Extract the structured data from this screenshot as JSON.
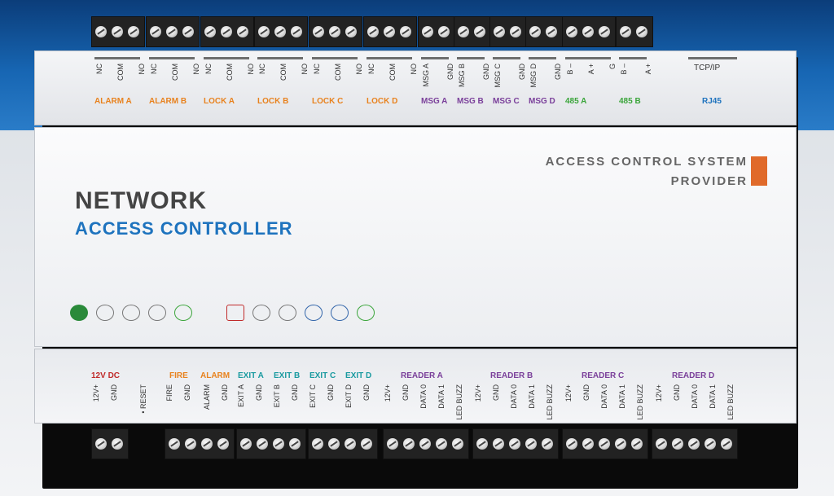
{
  "colors": {
    "orange": "#e8821e",
    "purple": "#7a3f9a",
    "green": "#3aa53a",
    "blue": "#1e73be",
    "teal": "#1a9aa0",
    "red": "#c02a2a",
    "accent": "#e06a2a"
  },
  "top_pins": [
    [
      "NC",
      "COM",
      "NO"
    ],
    [
      "NC",
      "COM",
      "NO"
    ],
    [
      "NC",
      "COM",
      "NO"
    ],
    [
      "NC",
      "COM",
      "NO"
    ],
    [
      "NC",
      "COM",
      "NO"
    ],
    [
      "NC",
      "COM",
      "NO"
    ],
    [
      "MSG A",
      "GND"
    ],
    [
      "MSG B",
      "GND"
    ],
    [
      "MSG C",
      "GND"
    ],
    [
      "MSG D",
      "GND"
    ],
    [
      "B –",
      "A +",
      "G"
    ],
    [
      "B –",
      "A +"
    ]
  ],
  "top_groups": [
    {
      "label": "ALARM A",
      "color": "orange"
    },
    {
      "label": "ALARM B",
      "color": "orange"
    },
    {
      "label": "LOCK A",
      "color": "orange"
    },
    {
      "label": "LOCK B",
      "color": "orange"
    },
    {
      "label": "LOCK C",
      "color": "orange"
    },
    {
      "label": "LOCK D",
      "color": "orange"
    },
    {
      "label": "MSG A",
      "color": "purple"
    },
    {
      "label": "MSG B",
      "color": "purple"
    },
    {
      "label": "MSG C",
      "color": "purple"
    },
    {
      "label": "MSG D",
      "color": "purple"
    },
    {
      "label": "485 A",
      "color": "green"
    },
    {
      "label": "485 B",
      "color": "green"
    }
  ],
  "tcpip": {
    "label": "TCP/IP",
    "sub": "RJ45"
  },
  "device": {
    "title_line1": "NETWORK",
    "title_line2": "ACCESS CONTROLLER",
    "provider_line1": "ACCESS CONTROL SYSTEM",
    "provider_line2": "PROVIDER"
  },
  "cert_icons": [
    "rohs-icon",
    "quality-mark-icon",
    "ul-icon",
    "cqc-icon",
    "recycle-icon",
    "fc-icon",
    "ma-icon",
    "ce-icon",
    "ccc-icon",
    "iso-icon",
    "cert-icon",
    "eco-icon"
  ],
  "bottom_groups": [
    {
      "label": "12V DC",
      "color": "red"
    },
    {
      "label": "FIRE",
      "color": "orange"
    },
    {
      "label": "ALARM",
      "color": "orange"
    },
    {
      "label": "EXIT A",
      "color": "teal"
    },
    {
      "label": "EXIT B",
      "color": "teal"
    },
    {
      "label": "EXIT C",
      "color": "teal"
    },
    {
      "label": "EXIT D",
      "color": "teal"
    },
    {
      "label": "READER A",
      "color": "purple"
    },
    {
      "label": "READER B",
      "color": "purple"
    },
    {
      "label": "READER C",
      "color": "purple"
    },
    {
      "label": "READER D",
      "color": "purple"
    }
  ],
  "bottom_pins": [
    [
      "12V+",
      "GND"
    ],
    [
      "• RESET"
    ],
    [
      "FIRE",
      "GND"
    ],
    [
      "ALARM",
      "GND"
    ],
    [
      "EXIT A",
      "GND"
    ],
    [
      "EXIT B",
      "GND"
    ],
    [
      "EXIT C",
      "GND"
    ],
    [
      "EXIT D",
      "GND"
    ],
    [
      "12V+",
      "GND",
      "DATA 0",
      "DATA 1",
      "LED BUZZ"
    ],
    [
      "12V+",
      "GND",
      "DATA 0",
      "DATA 1",
      "LED BUZZ"
    ],
    [
      "12V+",
      "GND",
      "DATA 0",
      "DATA 1",
      "LED BUZZ"
    ],
    [
      "12V+",
      "GND",
      "DATA 0",
      "DATA 1",
      "LED BUZZ"
    ]
  ]
}
